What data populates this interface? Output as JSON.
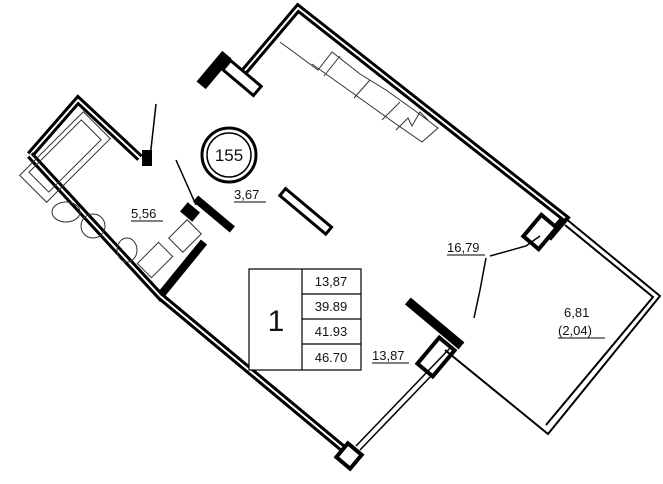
{
  "plan": {
    "apartment_number": "155",
    "rooms_count": "1",
    "areas": {
      "bathroom": "5,56",
      "hallway": "3,67",
      "main_room": "16,79",
      "kitchen_zone": "13,87",
      "balcony": "6,81",
      "balcony_reduced": "(2,04)"
    },
    "summary": {
      "living_area": "13,87",
      "total_area": "39.89",
      "total_with_balcony": "41.93",
      "total_full": "46.70"
    }
  }
}
